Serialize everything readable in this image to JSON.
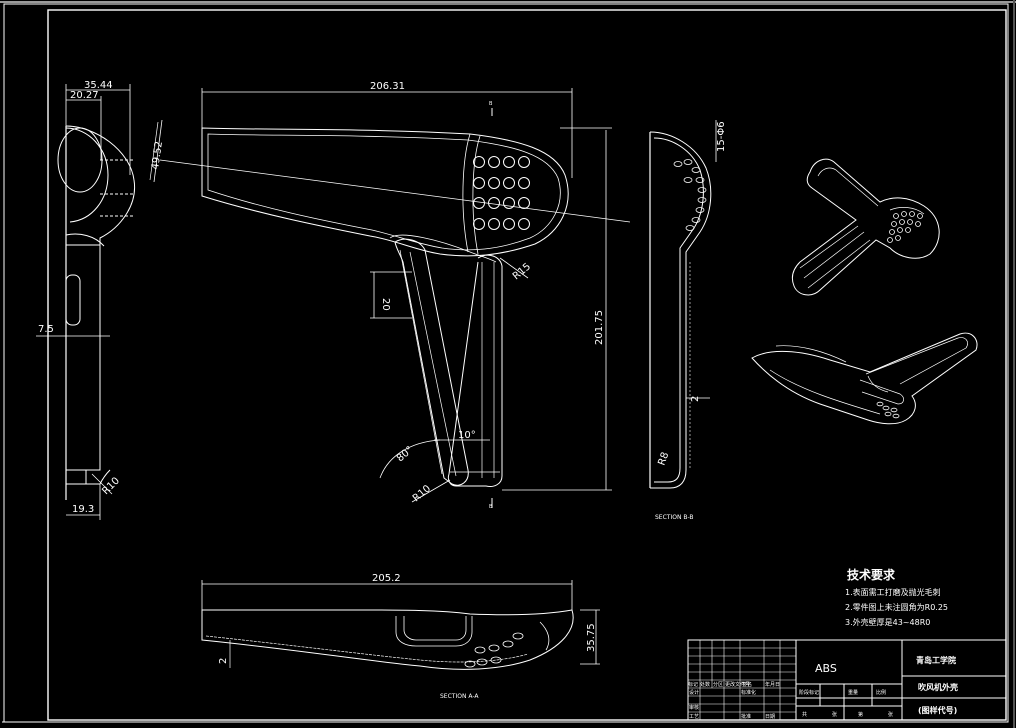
{
  "dimensions": {
    "d35_44": "35.44",
    "d20_27": "20.27",
    "d7_5": "7.5",
    "d19_3": "19.3",
    "r10_left": "R10",
    "d206_31": "206.31",
    "d49_52": "49.52",
    "r15": "R15",
    "d20_handle": "20",
    "d201_75": "201.75",
    "ang10": "10°",
    "ang80": "80°",
    "r10_bottom": "R10",
    "d15_phi6": "15-Φ6",
    "d2_section": "2",
    "r8": "R8",
    "d205_2": "205.2",
    "d35_75": "35.75",
    "d2_bottom": "2"
  },
  "labels": {
    "section_b": "SECTION B-B",
    "section_a": "SECTION A-A",
    "mark_b_top": "B",
    "mark_b_bottom": "B"
  },
  "requirements": {
    "title": "技术要求",
    "line1": "1.表面需工打磨及抛光毛刺",
    "line2": "2.零件图上未注圆角为R0.25",
    "line3": "3.外壳壁厚是43~48R0"
  },
  "title_block": {
    "material": "ABS",
    "school": "青岛工学院",
    "part_name": "吹风机外壳",
    "drawing_no": "(图样代号)",
    "h_biaoji": "标记",
    "h_chushu": "处数",
    "h_fenqu": "分区",
    "h_gengwen": "更改文件号",
    "h_qianming": "签名",
    "h_nianyueri": "年月日",
    "h_sheji": "设计",
    "h_biaozhunhua": "标准化",
    "h_shenhe": "审核",
    "h_gongyi": "工艺",
    "h_pizhun": "批准",
    "h_riqi": "日期",
    "h_jieduan": "阶段标记",
    "h_zhongliang": "重量",
    "h_bili": "比例",
    "h_gong": "共",
    "h_zhang": "张",
    "h_di": "第"
  }
}
